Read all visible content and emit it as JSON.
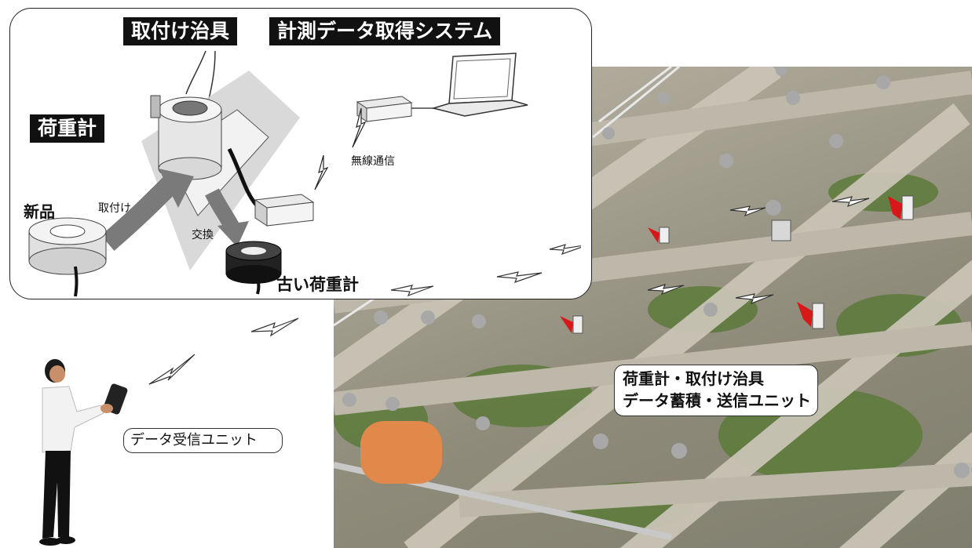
{
  "labels": {
    "jig": "取付け治具",
    "measure_system": "計測データ取得システム",
    "load_cell": "荷重計",
    "new_item": "新品",
    "attach": "取付け",
    "exchange": "交換",
    "wireless": "無線通信",
    "old_load_cell": "古い荷重計",
    "receiver_unit": "データ受信ユニット",
    "callout_line1": "荷重計・取付け治具",
    "callout_line2": "データ蓄積・送信ユニット"
  },
  "colors": {
    "marker_red": "#d81818",
    "arrow_gray": "#7a7a7a",
    "tank_orange": "#e0894a",
    "panel_border": "#222222"
  },
  "icons": [
    "laptop-icon",
    "transmitter-box-icon",
    "lightning-icon",
    "load-cell-ring-icon",
    "person-icon"
  ]
}
